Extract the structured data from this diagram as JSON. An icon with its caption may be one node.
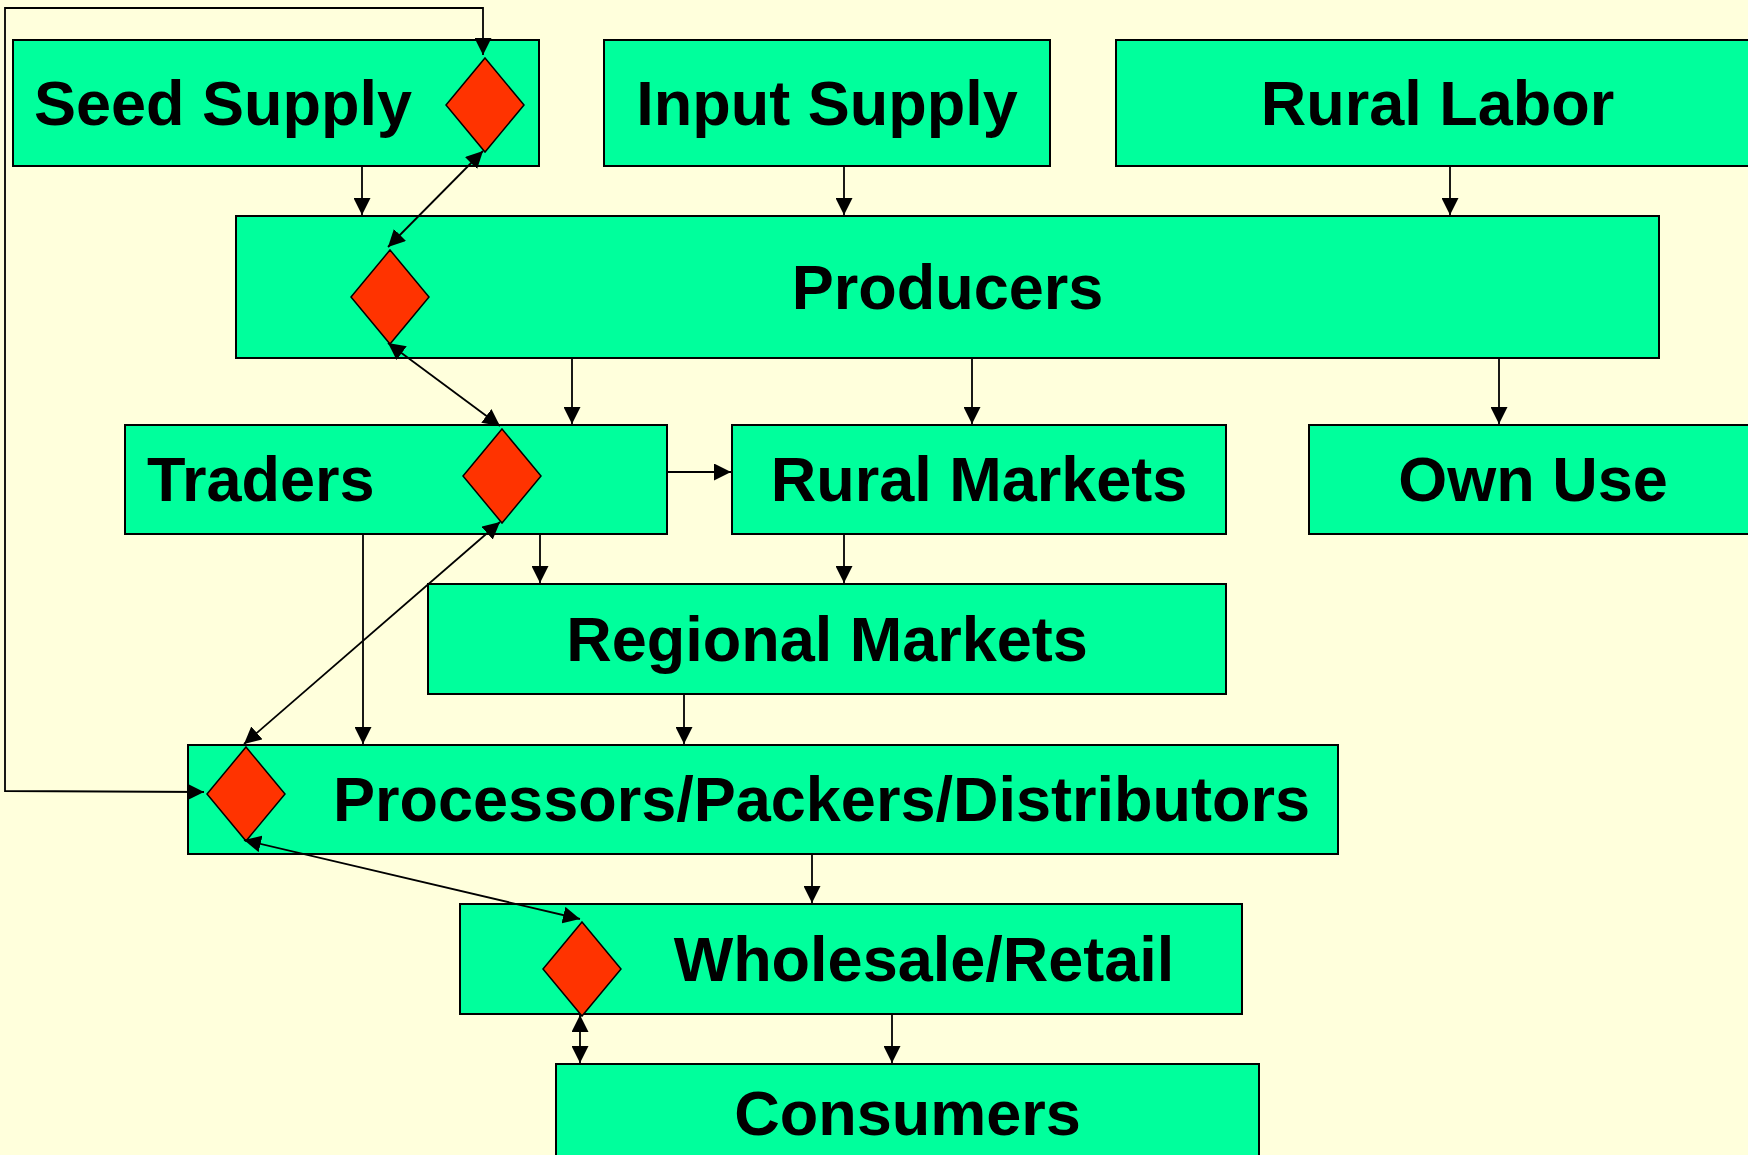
{
  "diagram": {
    "nodes": [
      {
        "text": [
          "Seed Supply"
        ]
      },
      {
        "text": [],
        "shape": "diamond",
        "in": 0
      },
      {
        "text": [
          "Input Supply"
        ]
      },
      {
        "text": [
          "Rural Labor"
        ]
      },
      {
        "text": [
          "Producers"
        ]
      },
      {
        "text": [],
        "shape": "diamond",
        "in": 4
      },
      {
        "text": [
          "Traders"
        ]
      },
      {
        "text": [],
        "shape": "diamond",
        "in": 6
      },
      {
        "text": [
          "Rural Markets"
        ]
      },
      {
        "text": [
          "Own Use"
        ]
      },
      {
        "text": [
          "Regional Markets"
        ]
      },
      {
        "text": [
          "Processors/Packers/Distributors"
        ]
      },
      {
        "text": [],
        "shape": "diamond",
        "in": 11
      },
      {
        "text": [
          "Wholesale/Retail"
        ]
      },
      {
        "text": [],
        "shape": "diamond",
        "in": 13
      },
      {
        "text": [
          "Consumers"
        ]
      }
    ],
    "edges": [
      {
        "from": 0,
        "to": 4,
        "arrow": "to"
      },
      {
        "from": 2,
        "to": 4,
        "arrow": "to"
      },
      {
        "from": 3,
        "to": 4,
        "arrow": "to"
      },
      {
        "from": 4,
        "to": 6,
        "arrow": "to"
      },
      {
        "from": 4,
        "to": 8,
        "arrow": "to"
      },
      {
        "from": 4,
        "to": 9,
        "arrow": "to"
      },
      {
        "from": 6,
        "to": 8,
        "arrow": "to"
      },
      {
        "from": 6,
        "to": 10,
        "arrow": "to"
      },
      {
        "from": 8,
        "to": 10,
        "arrow": "to"
      },
      {
        "from": 6,
        "to": 11,
        "arrow": "to"
      },
      {
        "from": 10,
        "to": 11,
        "arrow": "to"
      },
      {
        "from": 11,
        "to": 13,
        "arrow": "to"
      },
      {
        "from": 13,
        "to": 15,
        "arrow": "to"
      },
      {
        "from": 1,
        "to": 5,
        "arrow": "both"
      },
      {
        "from": 5,
        "to": 7,
        "arrow": "both"
      },
      {
        "from": 7,
        "to": 12,
        "arrow": "both"
      },
      {
        "from": 12,
        "to": 14,
        "arrow": "both"
      },
      {
        "from": 14,
        "to": 15,
        "arrow": "both"
      },
      {
        "from": 12,
        "to": 1,
        "arrow": "both"
      }
    ]
  }
}
